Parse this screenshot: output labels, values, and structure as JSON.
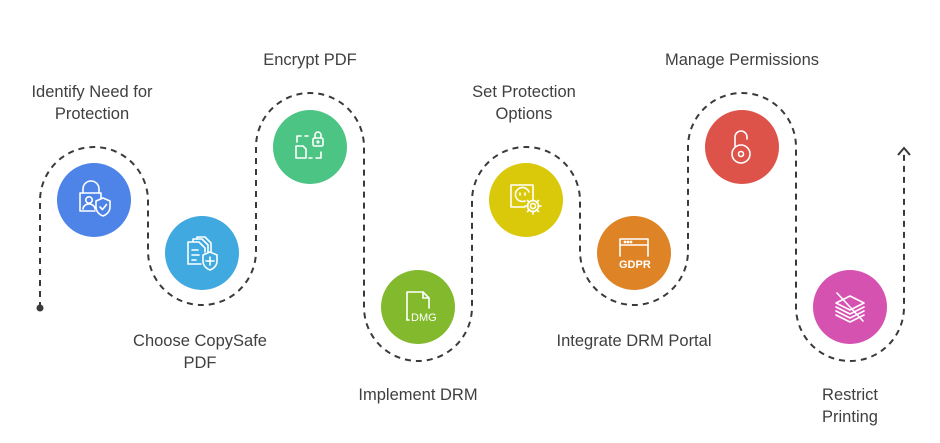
{
  "title": "PDF Protection Workflow",
  "path": {
    "stroke_color": "#3a3a3a",
    "start_marker": "dot",
    "end_marker": "arrow-up"
  },
  "steps": [
    {
      "label": "Identify Need for\nProtection",
      "icon": "lock-user-shield-icon",
      "color": "#4E84E8",
      "label_position": "top"
    },
    {
      "label": "Choose CopySafe\nPDF",
      "icon": "document-shield-plus-icon",
      "color": "#3FA9E0",
      "label_position": "bottom"
    },
    {
      "label": "Encrypt PDF",
      "icon": "file-encrypt-lock-icon",
      "color": "#4CC483",
      "label_position": "top"
    },
    {
      "label": "Implement DRM",
      "icon": "dmg-file-icon",
      "color": "#82B92D",
      "label_position": "bottom"
    },
    {
      "label": "Set Protection\nOptions",
      "icon": "socket-gear-icon",
      "color": "#D9C90A",
      "label_position": "top"
    },
    {
      "label": "Integrate DRM Portal",
      "icon": "gdpr-browser-icon",
      "color": "#DE8426",
      "label_position": "bottom"
    },
    {
      "label": "Manage Permissions",
      "icon": "open-padlock-icon",
      "color": "#DD5349",
      "label_position": "top"
    },
    {
      "label": "Restrict Printing",
      "icon": "no-print-stack-icon",
      "color": "#D552B1",
      "label_position": "bottom"
    }
  ]
}
